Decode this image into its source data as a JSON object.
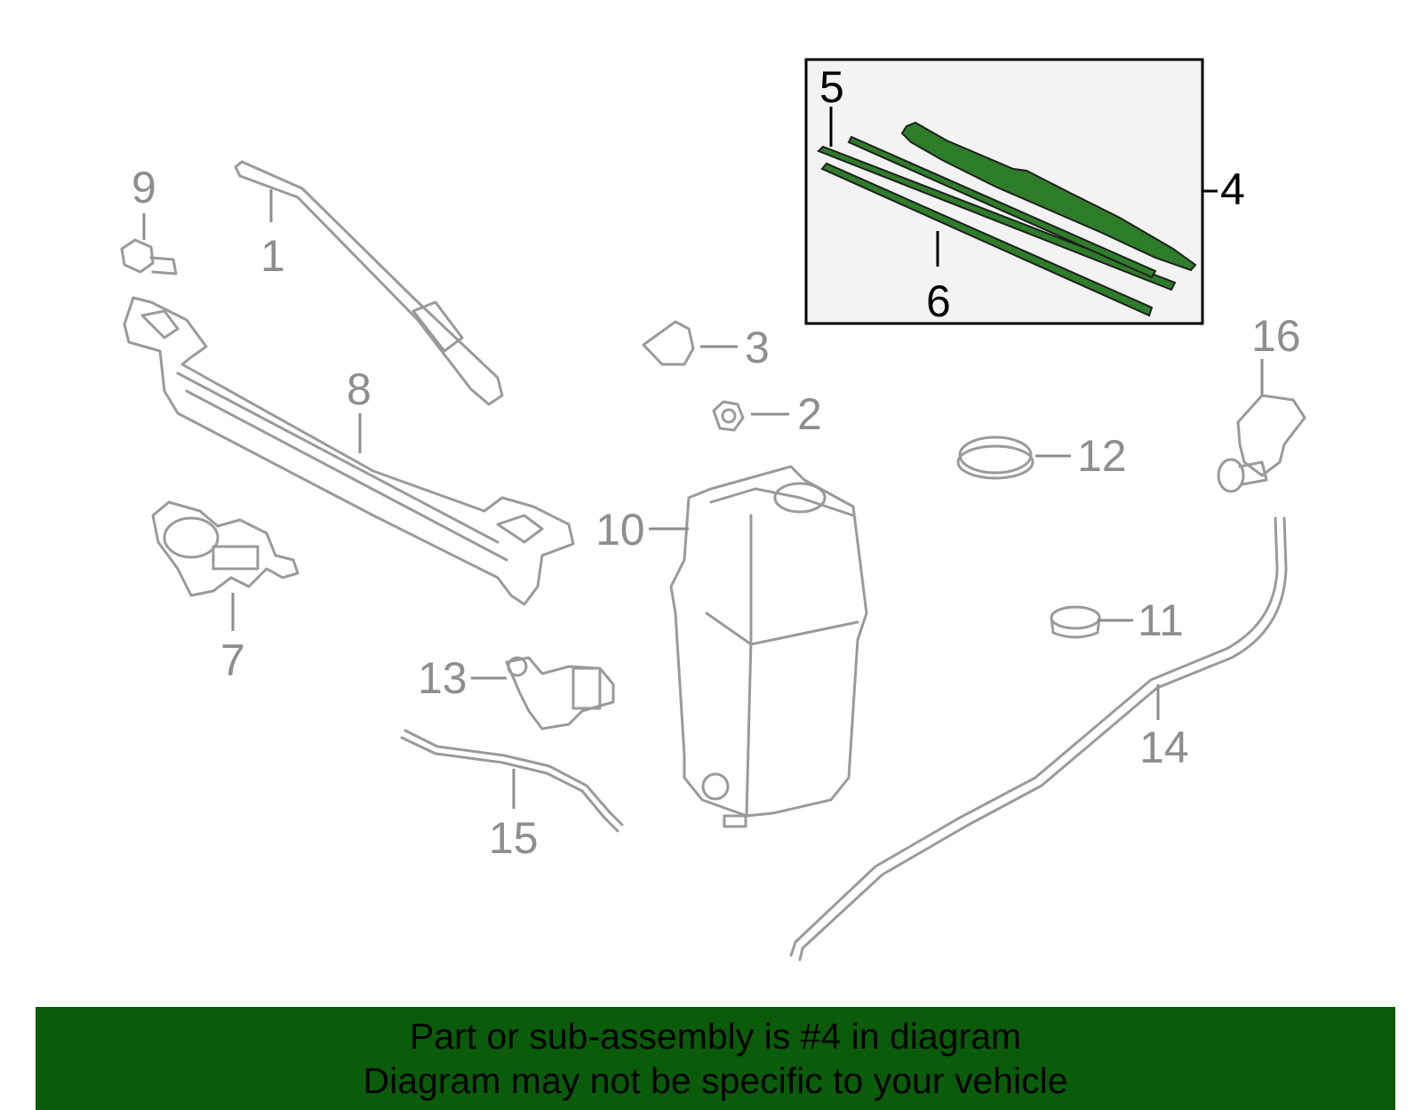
{
  "banner": {
    "line1": "Part or sub-assembly is #4 in diagram",
    "line2": "Diagram may not be specific to your vehicle",
    "color": "#0a5c0a"
  },
  "highlight": {
    "part_number": "4",
    "blade_color": "#2e7d2a"
  },
  "callouts": {
    "c1": "1",
    "c2": "2",
    "c3": "3",
    "c4": "4",
    "c5": "5",
    "c6": "6",
    "c7": "7",
    "c8": "8",
    "c9": "9",
    "c10": "10",
    "c11": "11",
    "c12": "12",
    "c13": "13",
    "c14": "14",
    "c15": "15",
    "c16": "16"
  }
}
